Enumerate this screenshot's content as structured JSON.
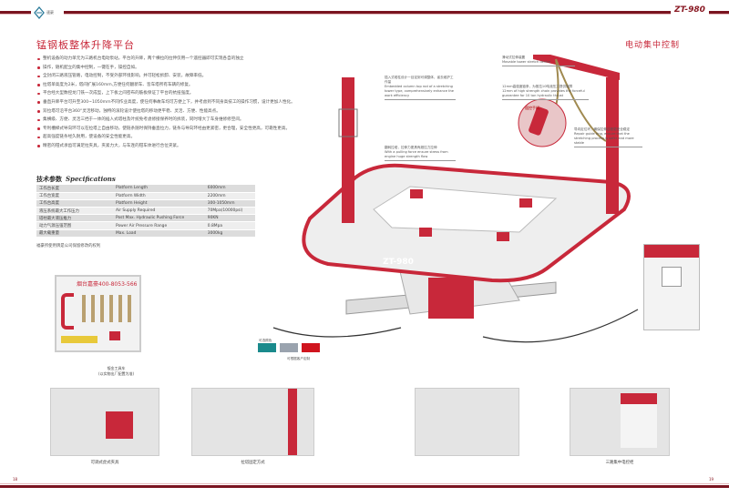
{
  "header": {
    "brand": "速豪",
    "model": "ZT-980"
  },
  "left": {
    "title": "锰钢板整体升降平台",
    "bullets": [
      "整机设备的动力单元为三路机台电动泵站，平台的升降，两个横拉的拉伸仅用一个遥控器即可实现各自的独立",
      "操作，随机配立的集中控制，一键在手，操控自如。",
      "全封闭三路液压管路，电动控制，不受外部环境影响，并可轻松拆卸、安装，故障率低。",
      "拉塔单高度为2米，塔间扩展160mm,方便任何翻新车、皆车塔所有车辆的修复。",
      "平台经大型数控龙门铣一次成型，上下板之间密布的筋板保证了平台的抗扭强度。",
      "垂直升降平台可升至300~1050mm不同作业高度，使任何事故车均可方便上下，并考虑到不同身高技工的操作习惯，设计更加人性化。",
      "双拉塔可沿平台360°灵活移动，独特的滚轮设计使拉塔的移动更平稳、灵活、方便、性能高点。",
      "集横级、方便、灵活三挡于一体的插入式塔柱及叶统免考虑修接保养时的拆装，同时增大了车身维修修空间。",
      "专利槽梯式导向环可以在拉塔上自由移动，使链条随时保持垂直拉力，链条与导向环经由更紧密，更合理，安全性更高，可靠性更高。",
      "超高强度链条经久耐用，使设备的安全性能更高。",
      "精密的钳式承齿可满足拉夹具，夹紧力大，与车连的钳车体进行合位夹紧。"
    ]
  },
  "specs": {
    "title": "技术参数",
    "title_en": "Specifications",
    "rows": [
      {
        "cn": "工作台长度",
        "en": "Platform Length",
        "val": "6000mm"
      },
      {
        "cn": "工作台宽度",
        "en": "Platform Width",
        "val": "2200mm"
      },
      {
        "cn": "工作台高度",
        "en": "Platform Height",
        "val": "300-1050mm"
      },
      {
        "cn": "液压系统最大工作压力",
        "en": "Air Supply Required",
        "val": "70Mpa(10000psi)"
      },
      {
        "cn": "塔柱最大液压推力",
        "en": "Post Max. Hydraulic Pushing Force",
        "val": "90KN"
      },
      {
        "cn": "动力气源压强范围",
        "en": "Power Air Pressure Range",
        "val": "0.8Mpa"
      },
      {
        "cn": "最大载重量",
        "en": "Max. Load",
        "val": "3000kg"
      }
    ],
    "note": "福豪所使用牌是公司保留修改的权利"
  },
  "right": {
    "title": "电动集中控制",
    "callouts": [
      {
        "cn": "滑动式拉伸装置",
        "en": "Movable tower stretch device"
      },
      {
        "cn": "12mm高强度链条，为推拉10吨液压力提供保障",
        "en": "12mm of high strength chain provides the forceful guarantee for 10 ton hydraulic thrust"
      },
      {
        "cn": "导向定位环，确保拉伸过程更安全稳定",
        "en": "Repair guide ring, ensure that the stretching process is safer and more stable"
      },
      {
        "cn": "插入式塔柱设计一目定到可调整体，省去维护工作量",
        "en": "Embedded column top rod of a stretching tower type, comprehensively enhance the work efficiency"
      },
      {
        "cn": "翻转拉塔，拉伸力更具有超拉力拉伸",
        "en": "With a pulling force ensure stress from engine huge strength flow"
      }
    ],
    "remote_label": "遥控手柄",
    "platform_label": "ZT-980"
  },
  "toolboard": {
    "title": "烟台嘉豪400-8053-566",
    "caption": "钣金工具车",
    "caption2": "(以实物出厂配置为准)"
  },
  "swatches": {
    "label": "可选颜色",
    "note": "可根据客户定制",
    "colors": [
      "#1a8a8c",
      "#9aa3ae",
      "#d0141e"
    ]
  },
  "bottom": {
    "captions": [
      "可调式虎式夹具",
      "拉塔固定方式",
      "",
      "三路集中电控柜"
    ]
  },
  "footer": {
    "page_left": "18",
    "page_right": "19"
  }
}
